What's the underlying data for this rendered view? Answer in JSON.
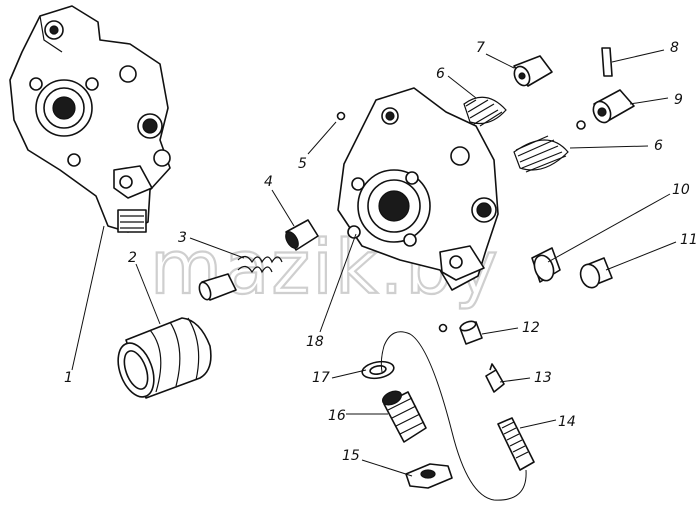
{
  "watermark": "mazik.by",
  "callouts": [
    {
      "id": "1",
      "text": "1"
    },
    {
      "id": "2",
      "text": "2"
    },
    {
      "id": "3",
      "text": "3"
    },
    {
      "id": "4",
      "text": "4"
    },
    {
      "id": "5",
      "text": "5"
    },
    {
      "id": "6a",
      "text": "6"
    },
    {
      "id": "6b",
      "text": "6"
    },
    {
      "id": "7",
      "text": "7"
    },
    {
      "id": "8",
      "text": "8"
    },
    {
      "id": "9",
      "text": "9"
    },
    {
      "id": "10",
      "text": "10"
    },
    {
      "id": "11",
      "text": "11"
    },
    {
      "id": "12",
      "text": "12"
    },
    {
      "id": "13",
      "text": "13"
    },
    {
      "id": "14",
      "text": "14"
    },
    {
      "id": "15",
      "text": "15"
    },
    {
      "id": "16",
      "text": "16"
    },
    {
      "id": "17",
      "text": "17"
    },
    {
      "id": "18",
      "text": "18"
    }
  ]
}
